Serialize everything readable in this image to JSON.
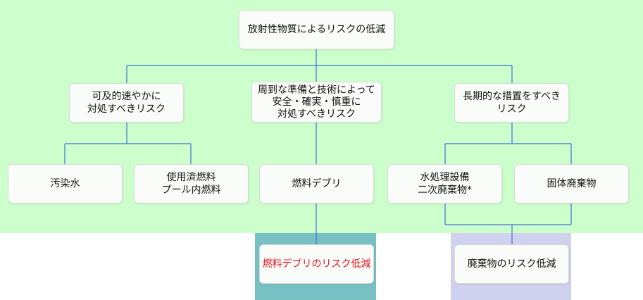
{
  "colors": {
    "green_area": "#ccffcc",
    "teal_panel": "#77c1c5",
    "lavender_panel": "#d0d0ef",
    "connector": "#3f6fd8",
    "highlight_text": "#e3141b"
  },
  "root": {
    "line1": "放射性物質によるリスクの低減"
  },
  "categories": [
    {
      "line1": "可及的速やかに",
      "line2": "対処すべきリスク"
    },
    {
      "line1": "周到な準備と技術によって",
      "line2": "安全・確実・慎重に",
      "line3": "対処すべきリスク"
    },
    {
      "line1": "長期的な措置をすべき",
      "line2": "リスク"
    }
  ],
  "items": [
    {
      "line1": "汚染水"
    },
    {
      "line1": "使用済燃料",
      "line2": "プール内燃料"
    },
    {
      "line1": "燃料デブリ"
    },
    {
      "line1": "水処理設備",
      "line2": "二次廃棄物*"
    },
    {
      "line1": "固体廃棄物"
    }
  ],
  "outcomes": [
    {
      "line1": "燃料デブリのリスク低減"
    },
    {
      "line1": "廃棄物のリスク低減"
    }
  ]
}
